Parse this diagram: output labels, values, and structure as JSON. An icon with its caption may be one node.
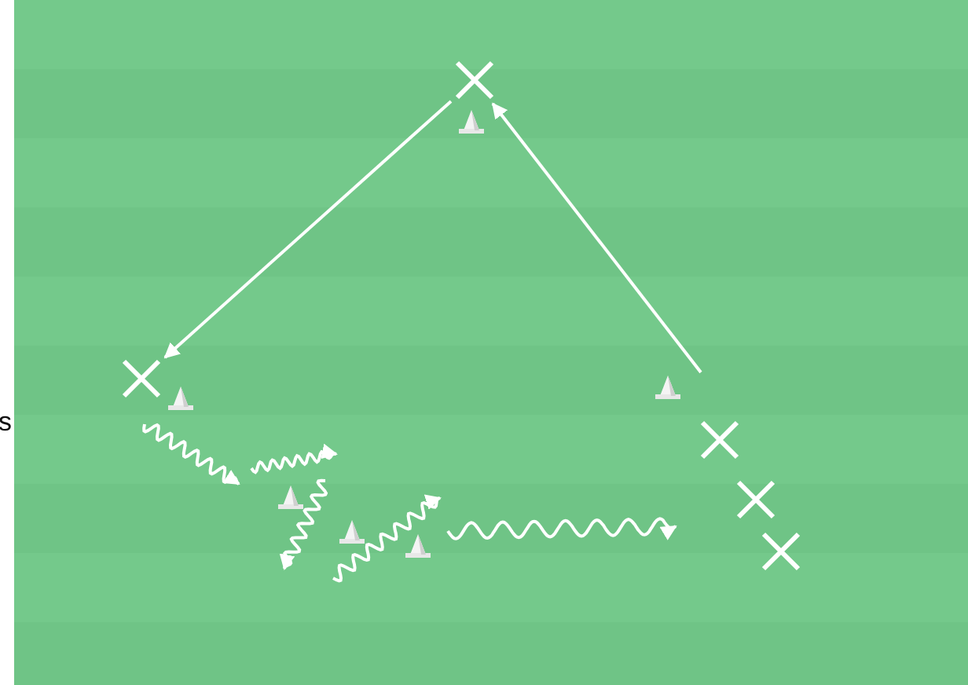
{
  "diagram": {
    "nodes": [
      {
        "text": [],
        "shape": "cross"
      },
      {
        "text": [],
        "shape": "cone"
      },
      {
        "text": [],
        "shape": "cone"
      },
      {
        "text": [],
        "shape": "cone"
      },
      {
        "text": [],
        "shape": "cone"
      },
      {
        "text": [],
        "shape": "cross"
      },
      {
        "text": [],
        "shape": "cone"
      },
      {
        "text": [],
        "shape": "cone"
      },
      {
        "text": [],
        "shape": "cross"
      },
      {
        "text": [],
        "shape": "cross"
      },
      {
        "text": [],
        "shape": "cross"
      }
    ],
    "edges": [
      {
        "from": 5,
        "to": 0,
        "arrow": "to"
      },
      {
        "from": null,
        "to": 5,
        "arrow": "to"
      }
    ],
    "labels": [
      "s"
    ]
  }
}
